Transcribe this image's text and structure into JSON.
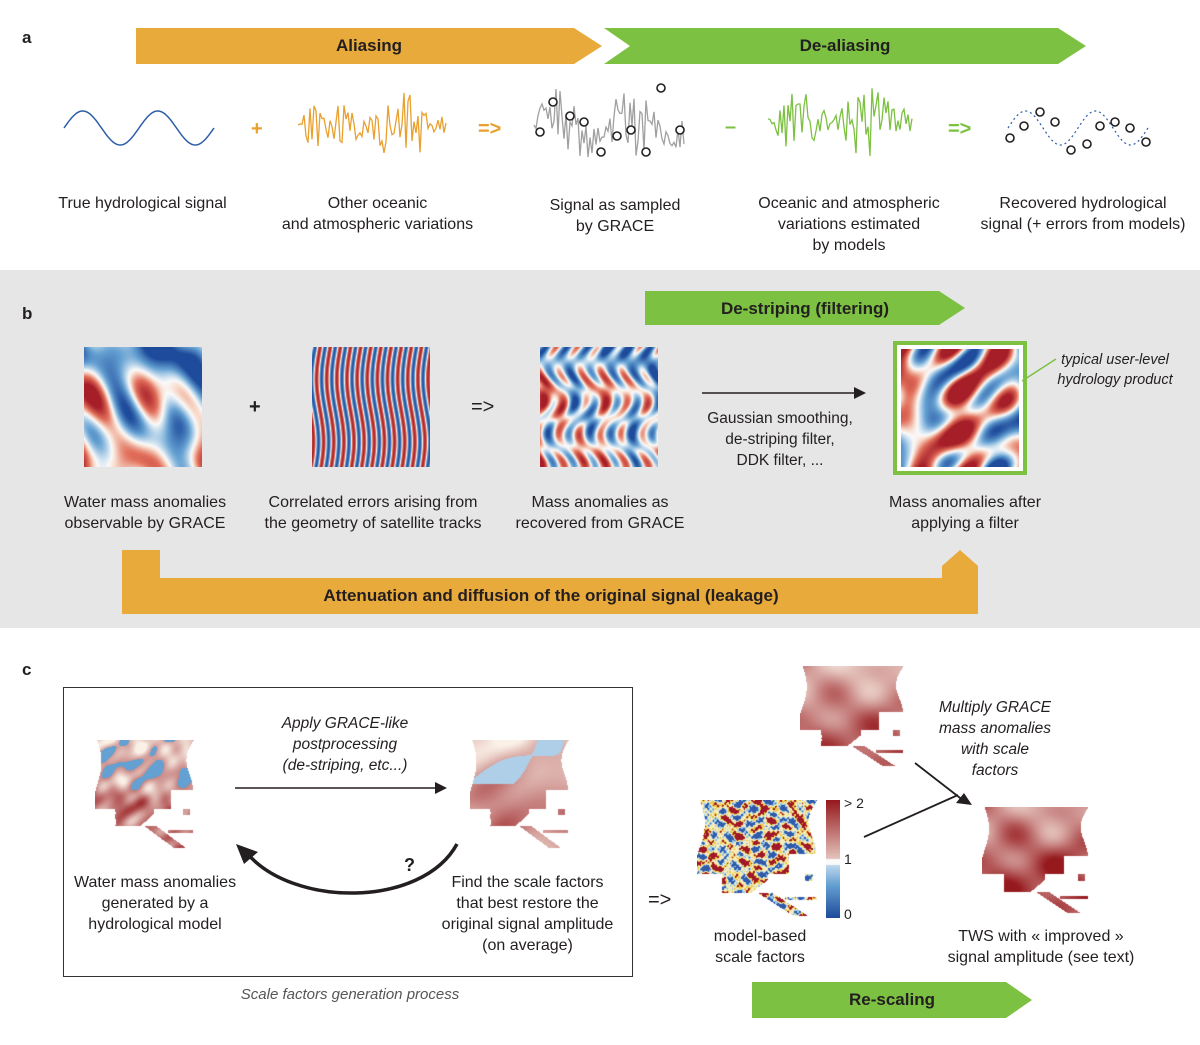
{
  "panel_a": {
    "letter": "a",
    "banner_left": "Aliasing",
    "banner_right": "De-aliasing",
    "labels": [
      "True hydrological signal",
      "Other oceanic\nand atmospheric variations",
      "Signal as sampled\nby GRACE",
      "Oceanic and atmospheric\nvariations estimated\nby models",
      "Recovered hydrological\nsignal (+ errors from models)"
    ],
    "ops": [
      "+",
      "=>",
      "–",
      "=>"
    ],
    "colors": {
      "signal": "#2c5ea8",
      "ocean": "#e9a02f",
      "model": "#7cc142",
      "sampled": "#a0a0a0"
    }
  },
  "panel_b": {
    "letter": "b",
    "banner_top": "De-striping (filtering)",
    "banner_bottom": "Attenuation and diffusion of the original signal (leakage)",
    "labels": [
      "Water mass anomalies\nobservable by GRACE",
      "Correlated errors arising from\nthe geometry of satellite tracks",
      "Mass anomalies as\nrecovered from GRACE",
      "Mass anomalies after\napplying a filter"
    ],
    "filter_text": "Gaussian smoothing,\nde-striping filter,\nDDK filter, ...",
    "callout": "typical user-level\nhydrology product",
    "ops": [
      "+",
      "=>"
    ]
  },
  "panel_c": {
    "letter": "c",
    "apply_text": "Apply GRACE-like\npostprocessing\n(de-striping, etc...)",
    "question": "?",
    "label_model": "Water mass anomalies\ngenerated by a\nhydrological model",
    "label_find": "Find the scale factors\nthat best restore the\noriginal signal amplitude\n(on average)",
    "box_caption": "Scale factors generation process",
    "arrow": "=>",
    "label_scale": "model-based\nscale factors",
    "multiply_text": "Multiply GRACE\nmass anomalies\nwith scale\nfactors",
    "label_tws": "TWS with « improved »\nsignal amplitude (see text)",
    "banner": "Re-scaling",
    "colorbar_ticks": [
      "> 2",
      "1",
      "0"
    ]
  }
}
